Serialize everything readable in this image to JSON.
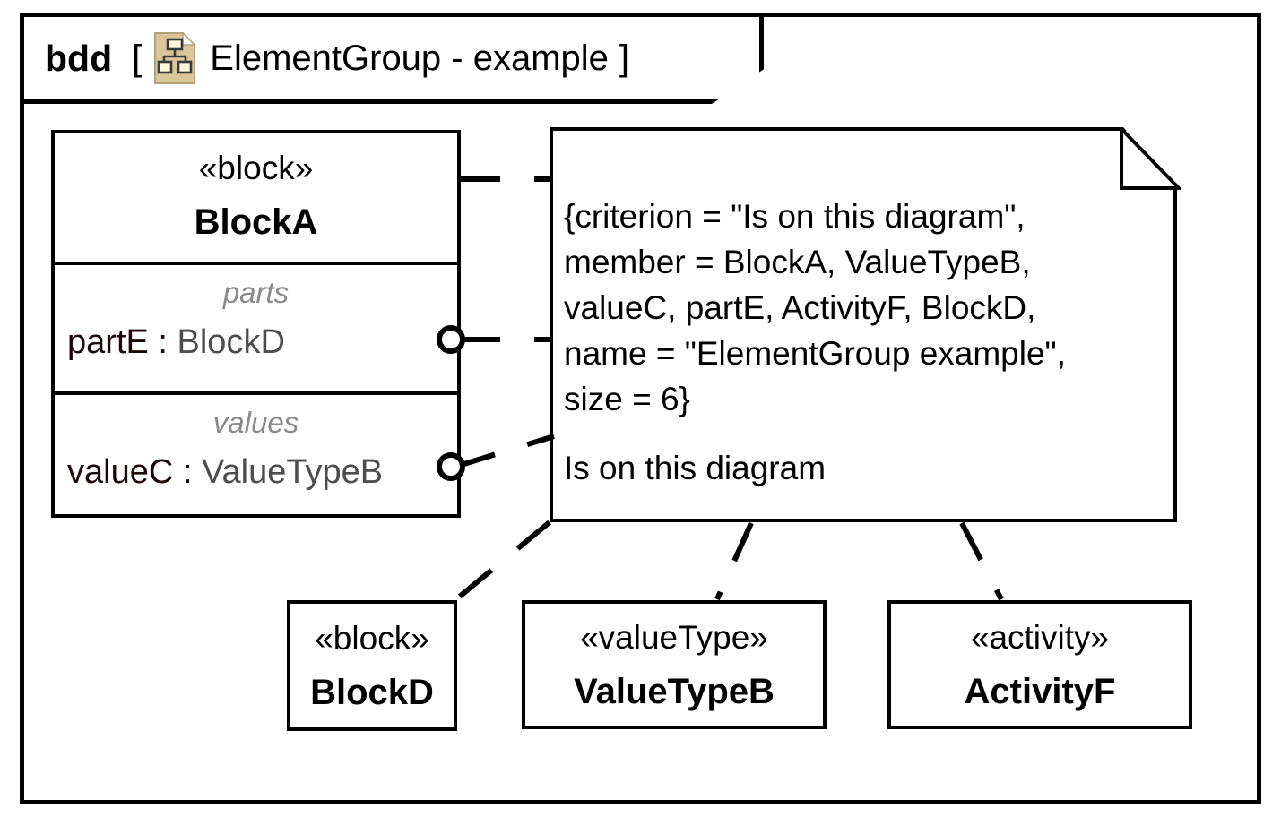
{
  "frame": {
    "kind": "bdd",
    "bracket_open": "[",
    "bracket_close": "]",
    "title": "ElementGroup - example",
    "icon": "element-group-document-icon",
    "icon_fill": "#d9c79a",
    "icon_box_fill": "#fdf6d8",
    "border_color": "#000000"
  },
  "blocks": {
    "block_a": {
      "stereotype": "«block»",
      "name": "BlockA",
      "parts_label": "parts",
      "parts_feature_name": "partE",
      "parts_feature_sep": " : ",
      "parts_feature_type": "BlockD",
      "values_label": "values",
      "values_feature_name": "valueC",
      "values_feature_sep": " : ",
      "values_feature_type": "ValueTypeB"
    },
    "block_d": {
      "stereotype": "«block»",
      "name": "BlockD"
    },
    "value_type_b": {
      "stereotype": "«valueType»",
      "name": "ValueTypeB"
    },
    "activity_f": {
      "stereotype": "«activity»",
      "name": "ActivityF"
    }
  },
  "note": {
    "lines": [
      "{criterion = \"Is on this diagram\",",
      "member = BlockA, ValueTypeB,",
      "valueC, partE, ActivityF, BlockD,",
      "name = \"ElementGroup example\",",
      "size = 6}"
    ],
    "footer": "Is on this diagram"
  },
  "connectors": {
    "style": "dashed",
    "color": "#000000",
    "items": [
      {
        "name": "note-to-blocka-header",
        "end_decoration": "none"
      },
      {
        "name": "note-to-parte",
        "end_decoration": "circle"
      },
      {
        "name": "note-to-valuec",
        "end_decoration": "circle"
      },
      {
        "name": "note-to-blockd",
        "end_decoration": "none"
      },
      {
        "name": "note-to-valuetypeb",
        "end_decoration": "none"
      },
      {
        "name": "note-to-activityf",
        "end_decoration": "none"
      }
    ]
  }
}
